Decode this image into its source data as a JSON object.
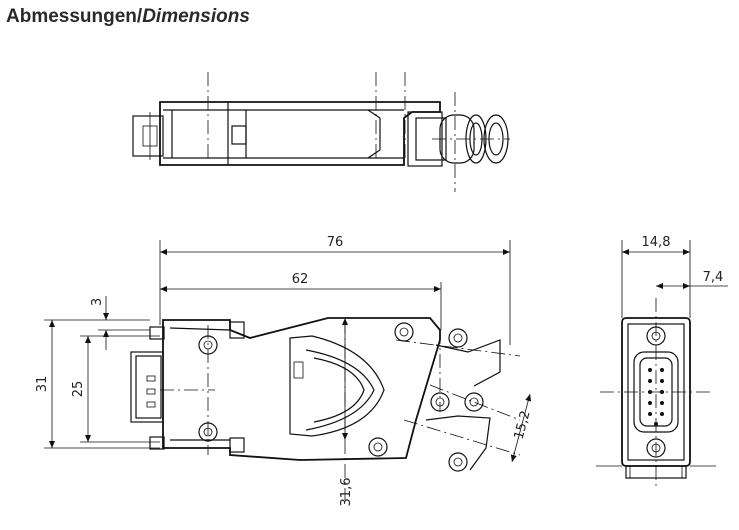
{
  "title": {
    "main": "Abmessungen/",
    "italic": "Dimensions"
  },
  "dimensions": {
    "overall_length": "76",
    "body_length": "62",
    "offset_top": "3",
    "total_height": "31",
    "connector_height": "25",
    "bottom_offset": "31,6",
    "cable_diameter": "15,2",
    "side_width": "14,8",
    "side_offset": "7,4"
  }
}
